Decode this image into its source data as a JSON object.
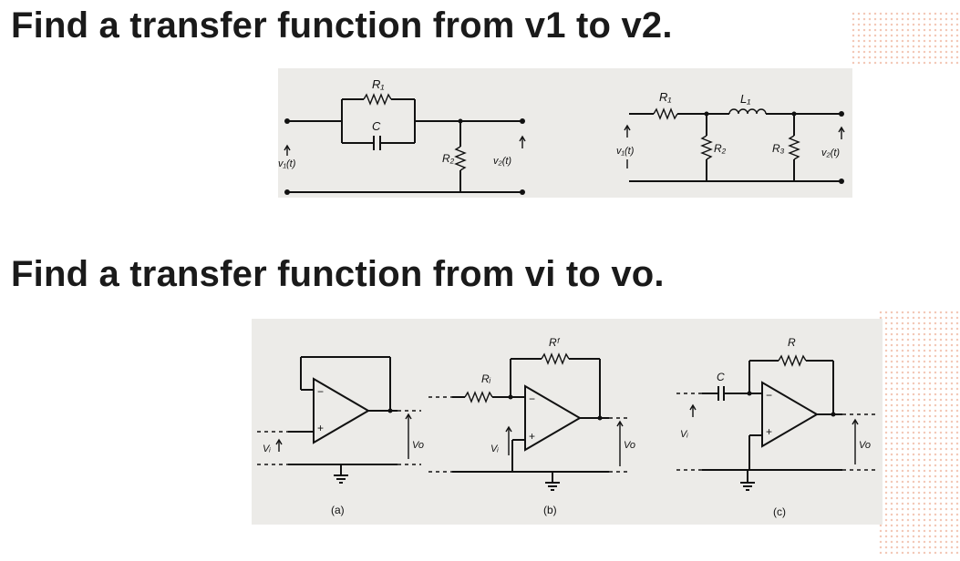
{
  "headings": {
    "first": "Find a transfer function from v1 to v2.",
    "second": "Find a transfer function from vi to vo."
  },
  "circuit_a": {
    "r1": "R₁",
    "c": "C",
    "r2": "R₂",
    "v1": "v₁(t)",
    "v2": "v₂(t)"
  },
  "circuit_b": {
    "r1": "R₁",
    "l1": "L₁",
    "r2": "R₂",
    "r3": "R₃",
    "v1": "v₁(t)",
    "v2": "v₂(t)"
  },
  "opamp_a": {
    "vi": "Vᵢ",
    "vo": "Vo",
    "plus": "+",
    "minus": "−",
    "caption": "(a)"
  },
  "opamp_b": {
    "ri": "Rᵢ",
    "rf": "Rᶠ",
    "vi": "Vᵢ",
    "vo": "Vo",
    "plus": "+",
    "minus": "−",
    "caption": "(b)"
  },
  "opamp_c": {
    "c": "C",
    "r": "R",
    "vi": "Vᵢ",
    "vo": "Vo",
    "plus": "+",
    "minus": "−",
    "caption": "(c)"
  }
}
